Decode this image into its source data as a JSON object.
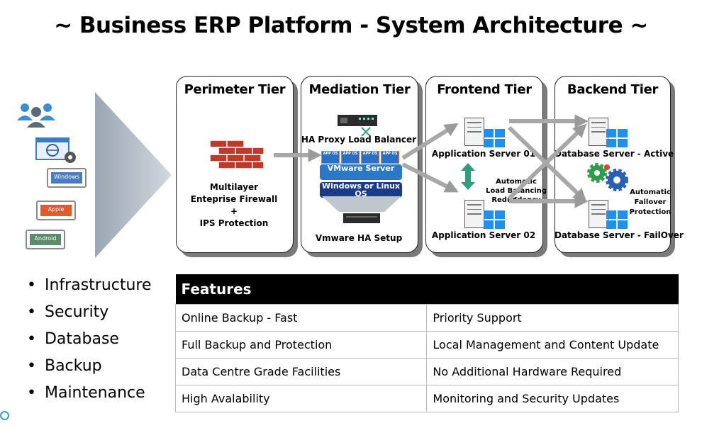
{
  "title": "~ Business ERP Platform - System Architecture ~",
  "devices": [
    "Windows",
    "Apple",
    "Android"
  ],
  "tiers": {
    "perimeter": {
      "title": "Perimeter Tier",
      "line1": "Multilayer",
      "line2": "Enteprise Firewall",
      "line3": "+",
      "line4": "IPS Protection"
    },
    "mediation": {
      "title": "Mediation Tier",
      "proxy": "HA Proxy Load Balancer",
      "vm_labels": [
        "APP OS",
        "APP OS",
        "APP OS",
        "APP OS"
      ],
      "vmware_server": "VMware Server",
      "windows_linux": "Windows or Linux OS",
      "setup": "Vmware HA Setup"
    },
    "frontend": {
      "title": "Frontend Tier",
      "app1": "Application Server 01",
      "app2": "Application Server 02",
      "lb_note": [
        "Automatic",
        "Load Balancing &",
        "Redundancy"
      ]
    },
    "backend": {
      "title": "Backend Tier",
      "db1": "Database Server - Active",
      "db2": "Database Server - FailOver",
      "failover_note": [
        "Automatic",
        "Failover",
        "Protection"
      ]
    }
  },
  "bullets": [
    "Infrastructure",
    "Security",
    "Database",
    "Backup",
    "Maintenance"
  ],
  "features": {
    "header": "Features",
    "rows": [
      [
        "Online Backup - Fast",
        "Priority Support"
      ],
      [
        "Full Backup and Protection",
        "Local Management and Content Update"
      ],
      [
        "Data Centre Grade Facilities",
        "No Additional Hardware Required"
      ],
      [
        "High Avalability",
        "Monitoring and Security Updates"
      ]
    ]
  },
  "colors": {
    "firewall": "#c0392b",
    "windows_blue": "#1f8ff0",
    "vmware_blue": "#2a78c8",
    "os_navy": "#1c3a8a",
    "sync_green": "#2f9e7a"
  }
}
